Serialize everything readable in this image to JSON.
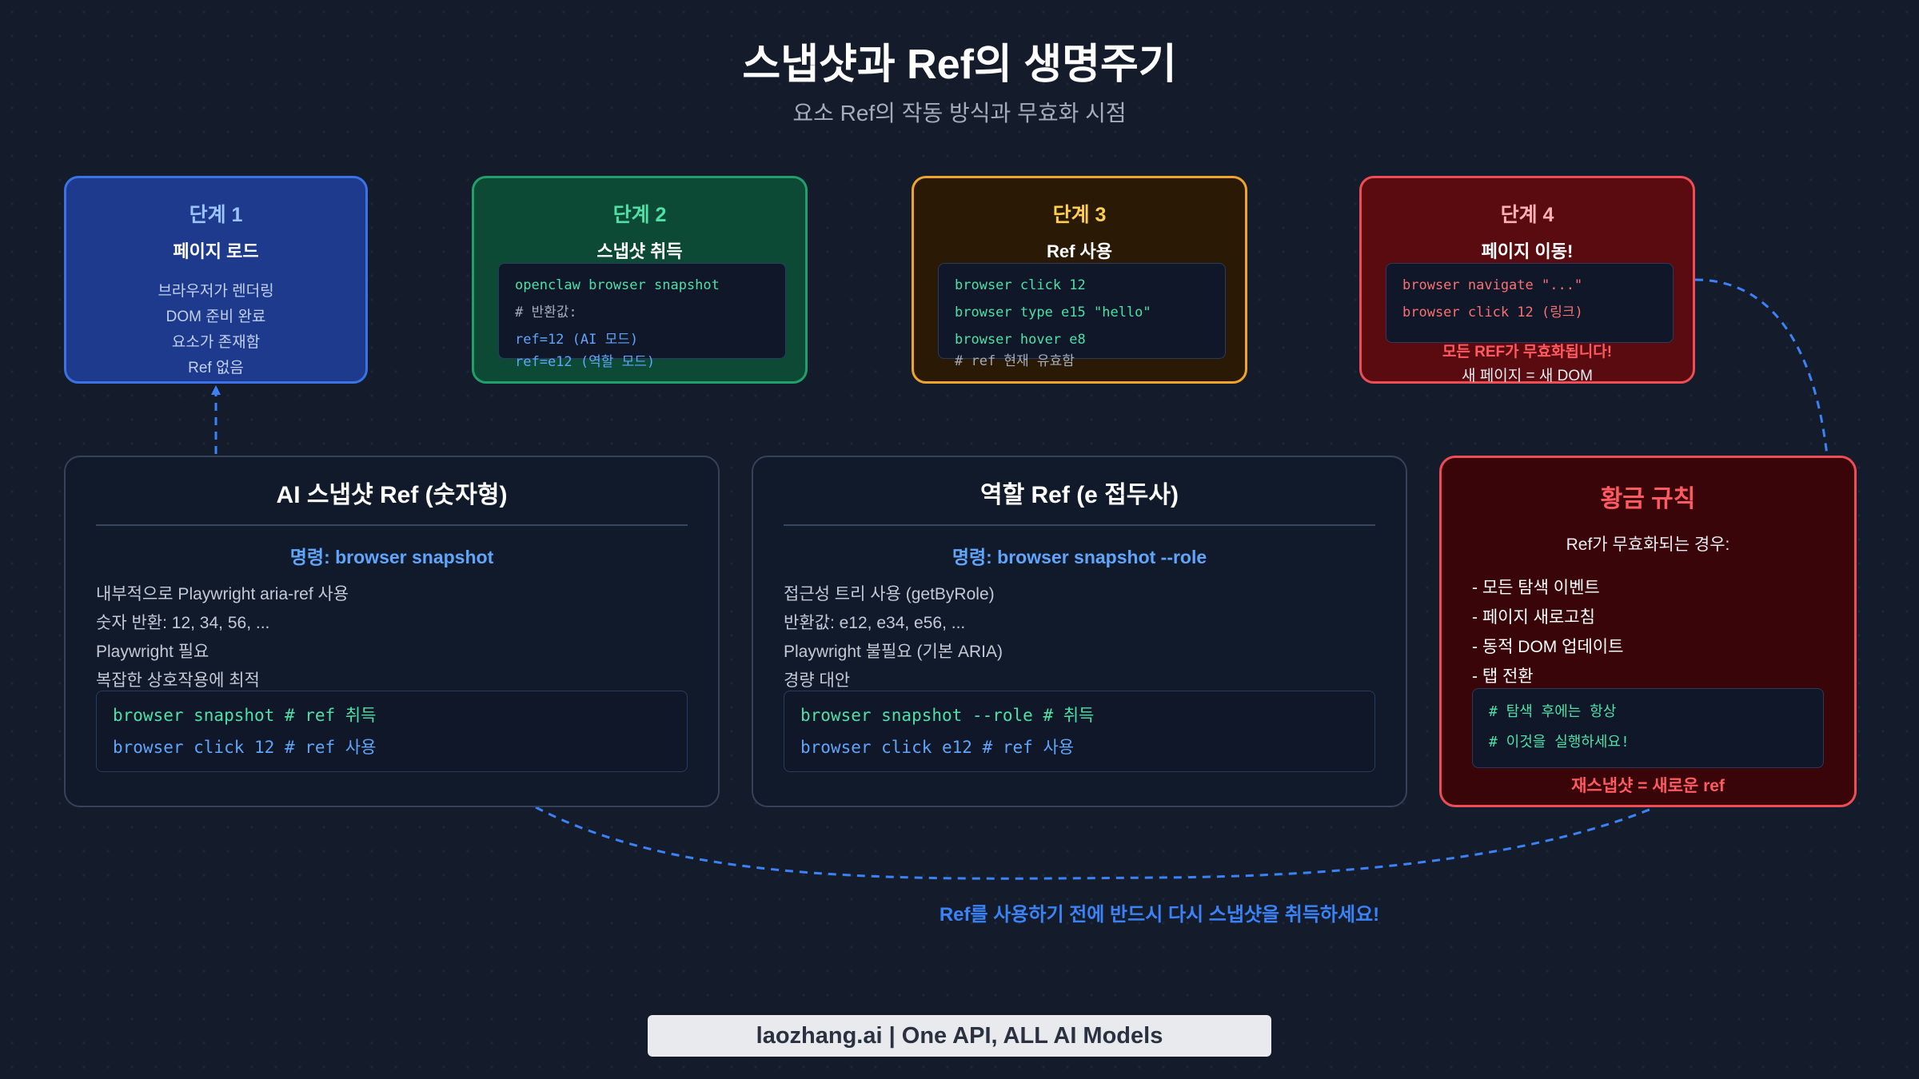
{
  "title": "스냅샷과 Ref의 생명주기",
  "subtitle": "요소 Ref의 작동 방식과 무효화 시점",
  "colors": {
    "background": "#141c2c",
    "stage1": "#1d3a8c",
    "stage2": "#0d4a36",
    "stage3": "#2a1a05",
    "stage4": "#5a0b0f",
    "accent_blue": "#3b82f6",
    "accent_green": "#4fe0a6",
    "accent_red": "#ef4d55"
  },
  "stages": [
    {
      "num": "단계 1",
      "name": "페이지 로드",
      "lines": [
        "브라우저가 렌더링",
        "DOM 준비 완료",
        "요소가 존재함",
        "Ref 없음"
      ]
    },
    {
      "num": "단계 2",
      "name": "스냅샷 취득",
      "code": [
        "openclaw browser snapshot",
        "# 반환값:",
        "ref=12 (AI 모드)",
        "ref=e12 (역할 모드)"
      ]
    },
    {
      "num": "단계 3",
      "name": "Ref 사용",
      "code": [
        "browser click 12",
        "browser type e15 \"hello\"",
        "browser hover e8",
        "# ref 현재 유효함"
      ]
    },
    {
      "num": "단계 4",
      "name": "페이지 이동!",
      "code": [
        "browser navigate \"...\"",
        "browser click 12 (링크)"
      ],
      "warning": "모든 REF가 무효화됩니다!",
      "sub": "새 페이지 = 새 DOM"
    }
  ],
  "panels": [
    {
      "title": "AI 스냅샷 Ref (숫자형)",
      "command": "명령: browser snapshot",
      "lines": [
        "내부적으로 Playwright aria-ref 사용",
        "숫자 반환: 12, 34, 56, ...",
        "Playwright 필요",
        "복잡한 상호작용에 최적"
      ],
      "code": [
        {
          "cmd": "browser snapshot",
          "comment": "# ref 취득"
        },
        {
          "cmd": "browser click 12",
          "comment": "# ref 사용"
        }
      ]
    },
    {
      "title": "역할 Ref (e 접두사)",
      "command": "명령: browser snapshot --role",
      "lines": [
        "접근성 트리 사용 (getByRole)",
        "반환값: e12, e34, e56, ...",
        "Playwright 불필요 (기본 ARIA)",
        "경량 대안"
      ],
      "code": [
        {
          "cmd": "browser snapshot --role",
          "comment": "# 취득"
        },
        {
          "cmd": "browser click e12",
          "comment": "# ref 사용"
        }
      ]
    }
  ],
  "golden_rule": {
    "title": "황금 규칙",
    "sub": "Ref가 무효화되는 경우:",
    "items": [
      "- 모든 탐색 이벤트",
      "- 페이지 새로고침",
      "- 동적 DOM 업데이트",
      "- 탭 전환"
    ],
    "code": [
      "# 탐색 후에는 항상",
      "# 이것을 실행하세요!"
    ],
    "footer": "재스냅샷 = 새로운 ref"
  },
  "note": "Ref를 사용하기 전에 반드시 다시 스냅샷을 취득하세요!",
  "footer": "laozhang.ai | One API, ALL AI Models"
}
